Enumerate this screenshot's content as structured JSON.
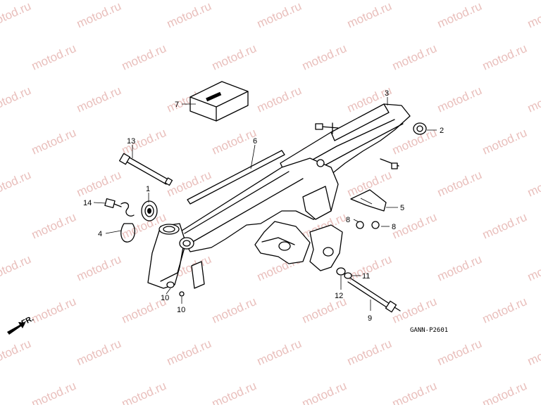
{
  "watermark": {
    "text": "motod.ru",
    "color": "#e2aaa6"
  },
  "diagram_code": "GANN-P2601",
  "front_indicator": {
    "label": "FR."
  },
  "callouts": [
    {
      "id": "c1",
      "label": "1"
    },
    {
      "id": "c2",
      "label": "2"
    },
    {
      "id": "c3",
      "label": "3"
    },
    {
      "id": "c4",
      "label": "4"
    },
    {
      "id": "c5",
      "label": "5"
    },
    {
      "id": "c6",
      "label": "6"
    },
    {
      "id": "c7",
      "label": "7"
    },
    {
      "id": "c8a",
      "label": "8"
    },
    {
      "id": "c8b",
      "label": "8"
    },
    {
      "id": "c9",
      "label": "9"
    },
    {
      "id": "c10a",
      "label": "10"
    },
    {
      "id": "c10b",
      "label": "10"
    },
    {
      "id": "c11",
      "label": "11"
    },
    {
      "id": "c12",
      "label": "12"
    },
    {
      "id": "c13",
      "label": "13"
    },
    {
      "id": "c14",
      "label": "14"
    }
  ]
}
